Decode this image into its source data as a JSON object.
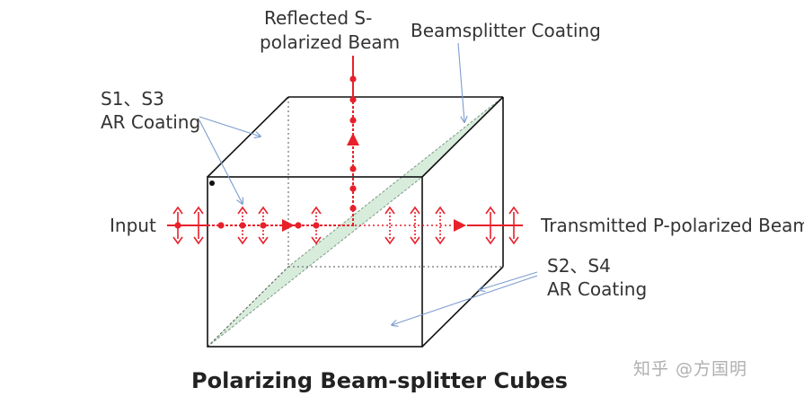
{
  "labels": {
    "reflected_line1": "Reflected S-",
    "reflected_line2": "polarized Beam",
    "coating": "Beamsplitter Coating",
    "s1s3_line1": "S1、S3",
    "s1s3_line2": "AR Coating",
    "input": "Input",
    "transmitted": "Transmitted P-polarized Beam",
    "s2s4_line1": "S2、S4",
    "s2s4_line2": "AR Coating"
  },
  "caption": "Polarizing Beam-splitter Cubes",
  "watermark": "知乎 @方国明",
  "colors": {
    "beam": "#e8202a",
    "cube_edge": "#111111",
    "hidden_edge": "#555555",
    "coating_fill": "#d8ecdc",
    "pointer": "#7d9ccf",
    "text": "#333333"
  }
}
